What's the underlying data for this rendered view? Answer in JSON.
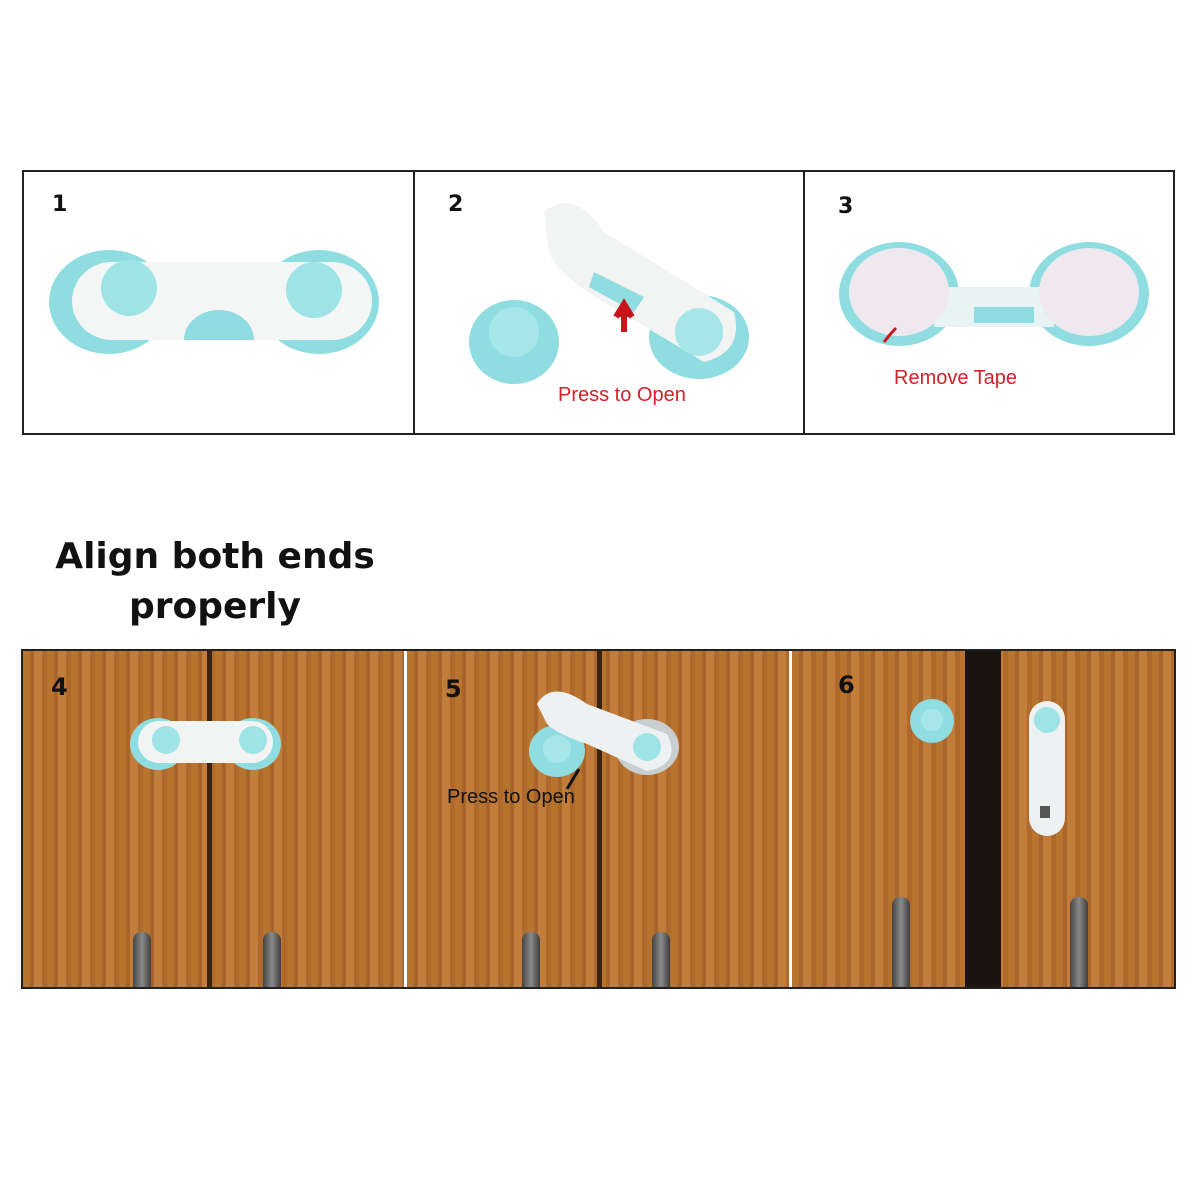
{
  "steps": {
    "step1": {
      "number": "1"
    },
    "step2": {
      "number": "2",
      "caption": "Press to Open"
    },
    "step3": {
      "number": "3",
      "caption": "Remove Tape"
    },
    "step4": {
      "number": "4"
    },
    "step5": {
      "number": "5",
      "caption": "Press to Open"
    },
    "step6": {
      "number": "6"
    }
  },
  "heading": {
    "line1": "Align both ends",
    "line2": "properly"
  },
  "colors": {
    "lock_blue": "#8fdde0",
    "caption_red": "#d52027",
    "wood": "#b8742f"
  }
}
